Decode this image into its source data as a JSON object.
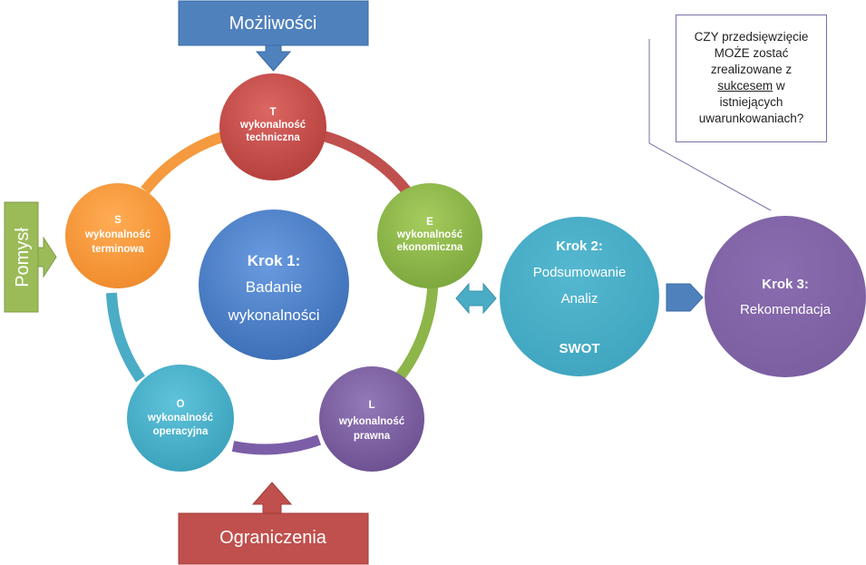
{
  "opportunities_label": "Możliwości",
  "constraints_label": "Ograniczenia",
  "idea_label": "Pomysł",
  "step1": {
    "title": "Krok 1:",
    "line1": "Badanie",
    "line2": "wykonalności"
  },
  "step2": {
    "title": "Krok 2:",
    "line1": "Podsumowanie",
    "line2": "Analiz",
    "line3": "SWOT"
  },
  "step3": {
    "title": "Krok 3:",
    "line1": "Rekomendacja"
  },
  "nodes": {
    "T": {
      "letter": "T",
      "line1": "wykonalność",
      "line2": "techniczna"
    },
    "E": {
      "letter": "E",
      "line1": "wykonalność",
      "line2": "ekonomiczna"
    },
    "L": {
      "letter": "L",
      "line1": "wykonalność",
      "line2": "prawna"
    },
    "O": {
      "letter": "O",
      "line1": "wykonalność",
      "line2": "operacyjna"
    },
    "S": {
      "letter": "S",
      "line1": "wykonalność",
      "line2": "terminowa"
    }
  },
  "callout": {
    "line1": "CZY przedsięwzięcie",
    "line2": "MOŻE zostać",
    "line3": "zrealizowane z",
    "line4_underlined": "sukcesem",
    "line4_rest": " w",
    "line5": "istniejących",
    "line6": "uwarunkowaniach?"
  },
  "colors": {
    "blue": "#4f81bd",
    "red": "#c0504d",
    "green": "#8db549",
    "orange": "#f59a3e",
    "teal": "#4bacc6",
    "purple": "#8064a2",
    "idea_green": "#9bbb59"
  }
}
